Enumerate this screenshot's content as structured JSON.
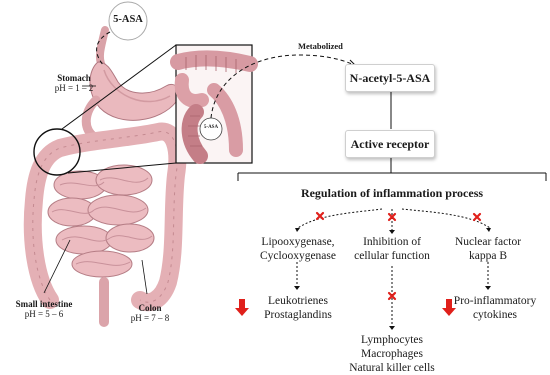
{
  "drug_label": "5-ASA",
  "stomach": {
    "name": "Stomach",
    "ph": "pH = 1 – 2"
  },
  "small_intestine": {
    "name": "Small intestine",
    "ph": "pH = 5 – 6"
  },
  "colon": {
    "name": "Colon",
    "ph": "pH = 7 – 8"
  },
  "inset_drug_label": "5-ASA",
  "metabolized_label": "Metabolized",
  "metabolite_box": "N-acetyl-5-ASA",
  "receptor_box": "Active receptor",
  "regulation_title": "Regulation of inflammation process",
  "branches": {
    "left": {
      "line1": "Lipooxygenase,",
      "line2": "Cyclooxygenase",
      "result1": "Leukotrienes",
      "result2": "Prostaglandins"
    },
    "middle": {
      "line1": "Inhibition of",
      "line2": "cellular function",
      "result1": "Lymphocytes",
      "result2": "Macrophages",
      "result3": "Natural killer cells"
    },
    "right": {
      "line1": "Nuclear factor",
      "line2": "kappa B",
      "result1": "Pro-inflammatory",
      "result2": "cytokines"
    }
  },
  "colors": {
    "organ_pink": "#e8b8bc",
    "organ_dark": "#c98a92",
    "block_mark": "#e0201b",
    "down_arrow": "#e0201b"
  }
}
